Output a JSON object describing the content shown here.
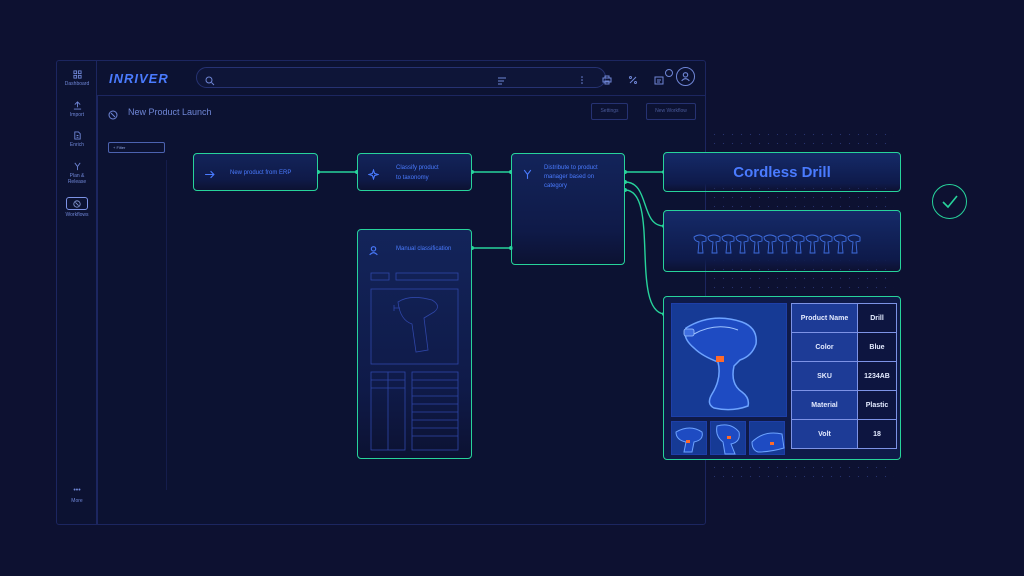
{
  "app": {
    "logo": "INRIVER",
    "page_title": "New Product Launch",
    "settings_label": "Settings",
    "new_workflow_label": "New Workflow",
    "filter_label": "+ Filter"
  },
  "sidebar": {
    "items": [
      {
        "label": "Dashboard",
        "icon": "dashboard-icon"
      },
      {
        "label": "Import",
        "icon": "upload-icon"
      },
      {
        "label": "Enrich",
        "icon": "document-icon"
      },
      {
        "label": "Plan &",
        "label2": "Release",
        "icon": "branch-icon"
      },
      {
        "label": "Workflows",
        "icon": "workflow-icon"
      },
      {
        "label": "More",
        "icon": "more-icon"
      }
    ]
  },
  "workflow": {
    "nodes": {
      "erp": "New product from ERP",
      "classify_1": "Classify product",
      "classify_2": "to taxonomy",
      "distribute_1": "Distribute to product",
      "distribute_2": "manager based on",
      "distribute_3": "category",
      "manual": "Manual classification"
    },
    "product_title": "Cordless Drill",
    "specs": [
      {
        "key": "Product Name",
        "value": "Drill"
      },
      {
        "key": "Color",
        "value": "Blue"
      },
      {
        "key": "SKU",
        "value": "1234AB"
      },
      {
        "key": "Material",
        "value": "Plastic"
      },
      {
        "key": "Volt",
        "value": "18"
      }
    ]
  },
  "colors": {
    "background": "#0d1131",
    "accent_green": "#27d39b",
    "accent_blue": "#4a7bff",
    "product_blue": "#163a95",
    "highlight_orange": "#ff6a2a"
  }
}
